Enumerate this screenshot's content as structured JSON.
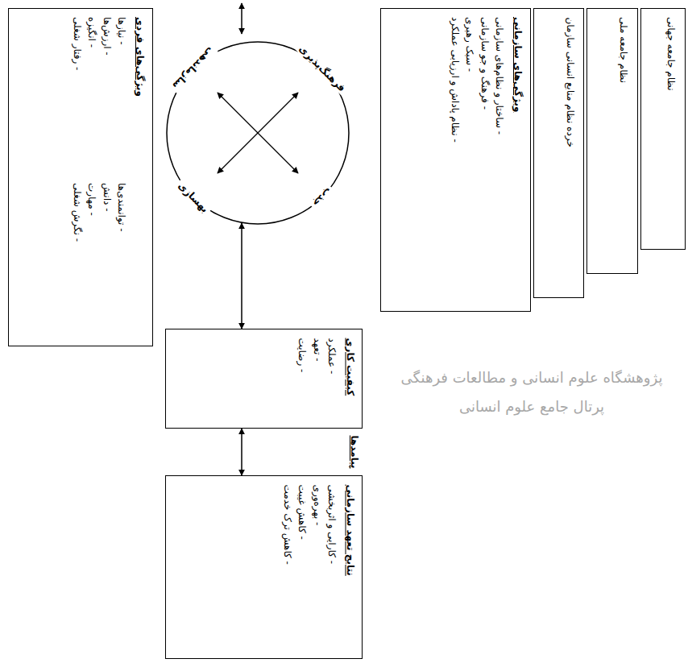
{
  "diagram": {
    "nodes": [
      {
        "text": [
          "نظام جامعه جهانی"
        ]
      },
      {
        "text": [
          "نظام جامعه ملی"
        ]
      },
      {
        "text": [
          "خرده نظام منابع انسانی سازمان"
        ]
      },
      {
        "text": [
          "ویژگی‌های سازمانی",
          "- ساختار و نظام‌های سازمانی",
          "- فرهنگ و جو سازمانی",
          "- سبک رهبری",
          "- نظام پاداش و ارزیابی عملکرد"
        ]
      },
      {
        "text": [
          "ویژگی‌های فردی",
          "- توانمندی‌ها",
          "- دانش",
          "- مهارت",
          "- نگرش شغلی",
          "- نیازها",
          "- ارزش‌ها",
          "- انگیزه",
          "- رفتار شغلی"
        ]
      },
      {
        "text": [
          "سازماندهی",
          "فرهنگ‌پذیری",
          "جذب",
          "بهسازی"
        ]
      },
      {
        "text": [
          "کیفیت کاری",
          "- عملکرد",
          "- تعهد",
          "- رضایت"
        ]
      },
      {
        "text": [
          "نتایج تعهد سازمانی",
          "- کارایی و اثربخشی",
          "- بهره‌وری",
          "- کاهش غیبت",
          "- کاهش ترک خدمت"
        ]
      }
    ],
    "edges": [
      {
        "from": 5,
        "to": 6,
        "arrow": "both"
      },
      {
        "from": 6,
        "to": 7,
        "arrow": "both"
      }
    ],
    "labels": [
      "پیامدها",
      "پژوهشگاه علوم انسانی و مطالعات فرهنگی",
      "پرتال جامع علوم انسانی"
    ]
  }
}
